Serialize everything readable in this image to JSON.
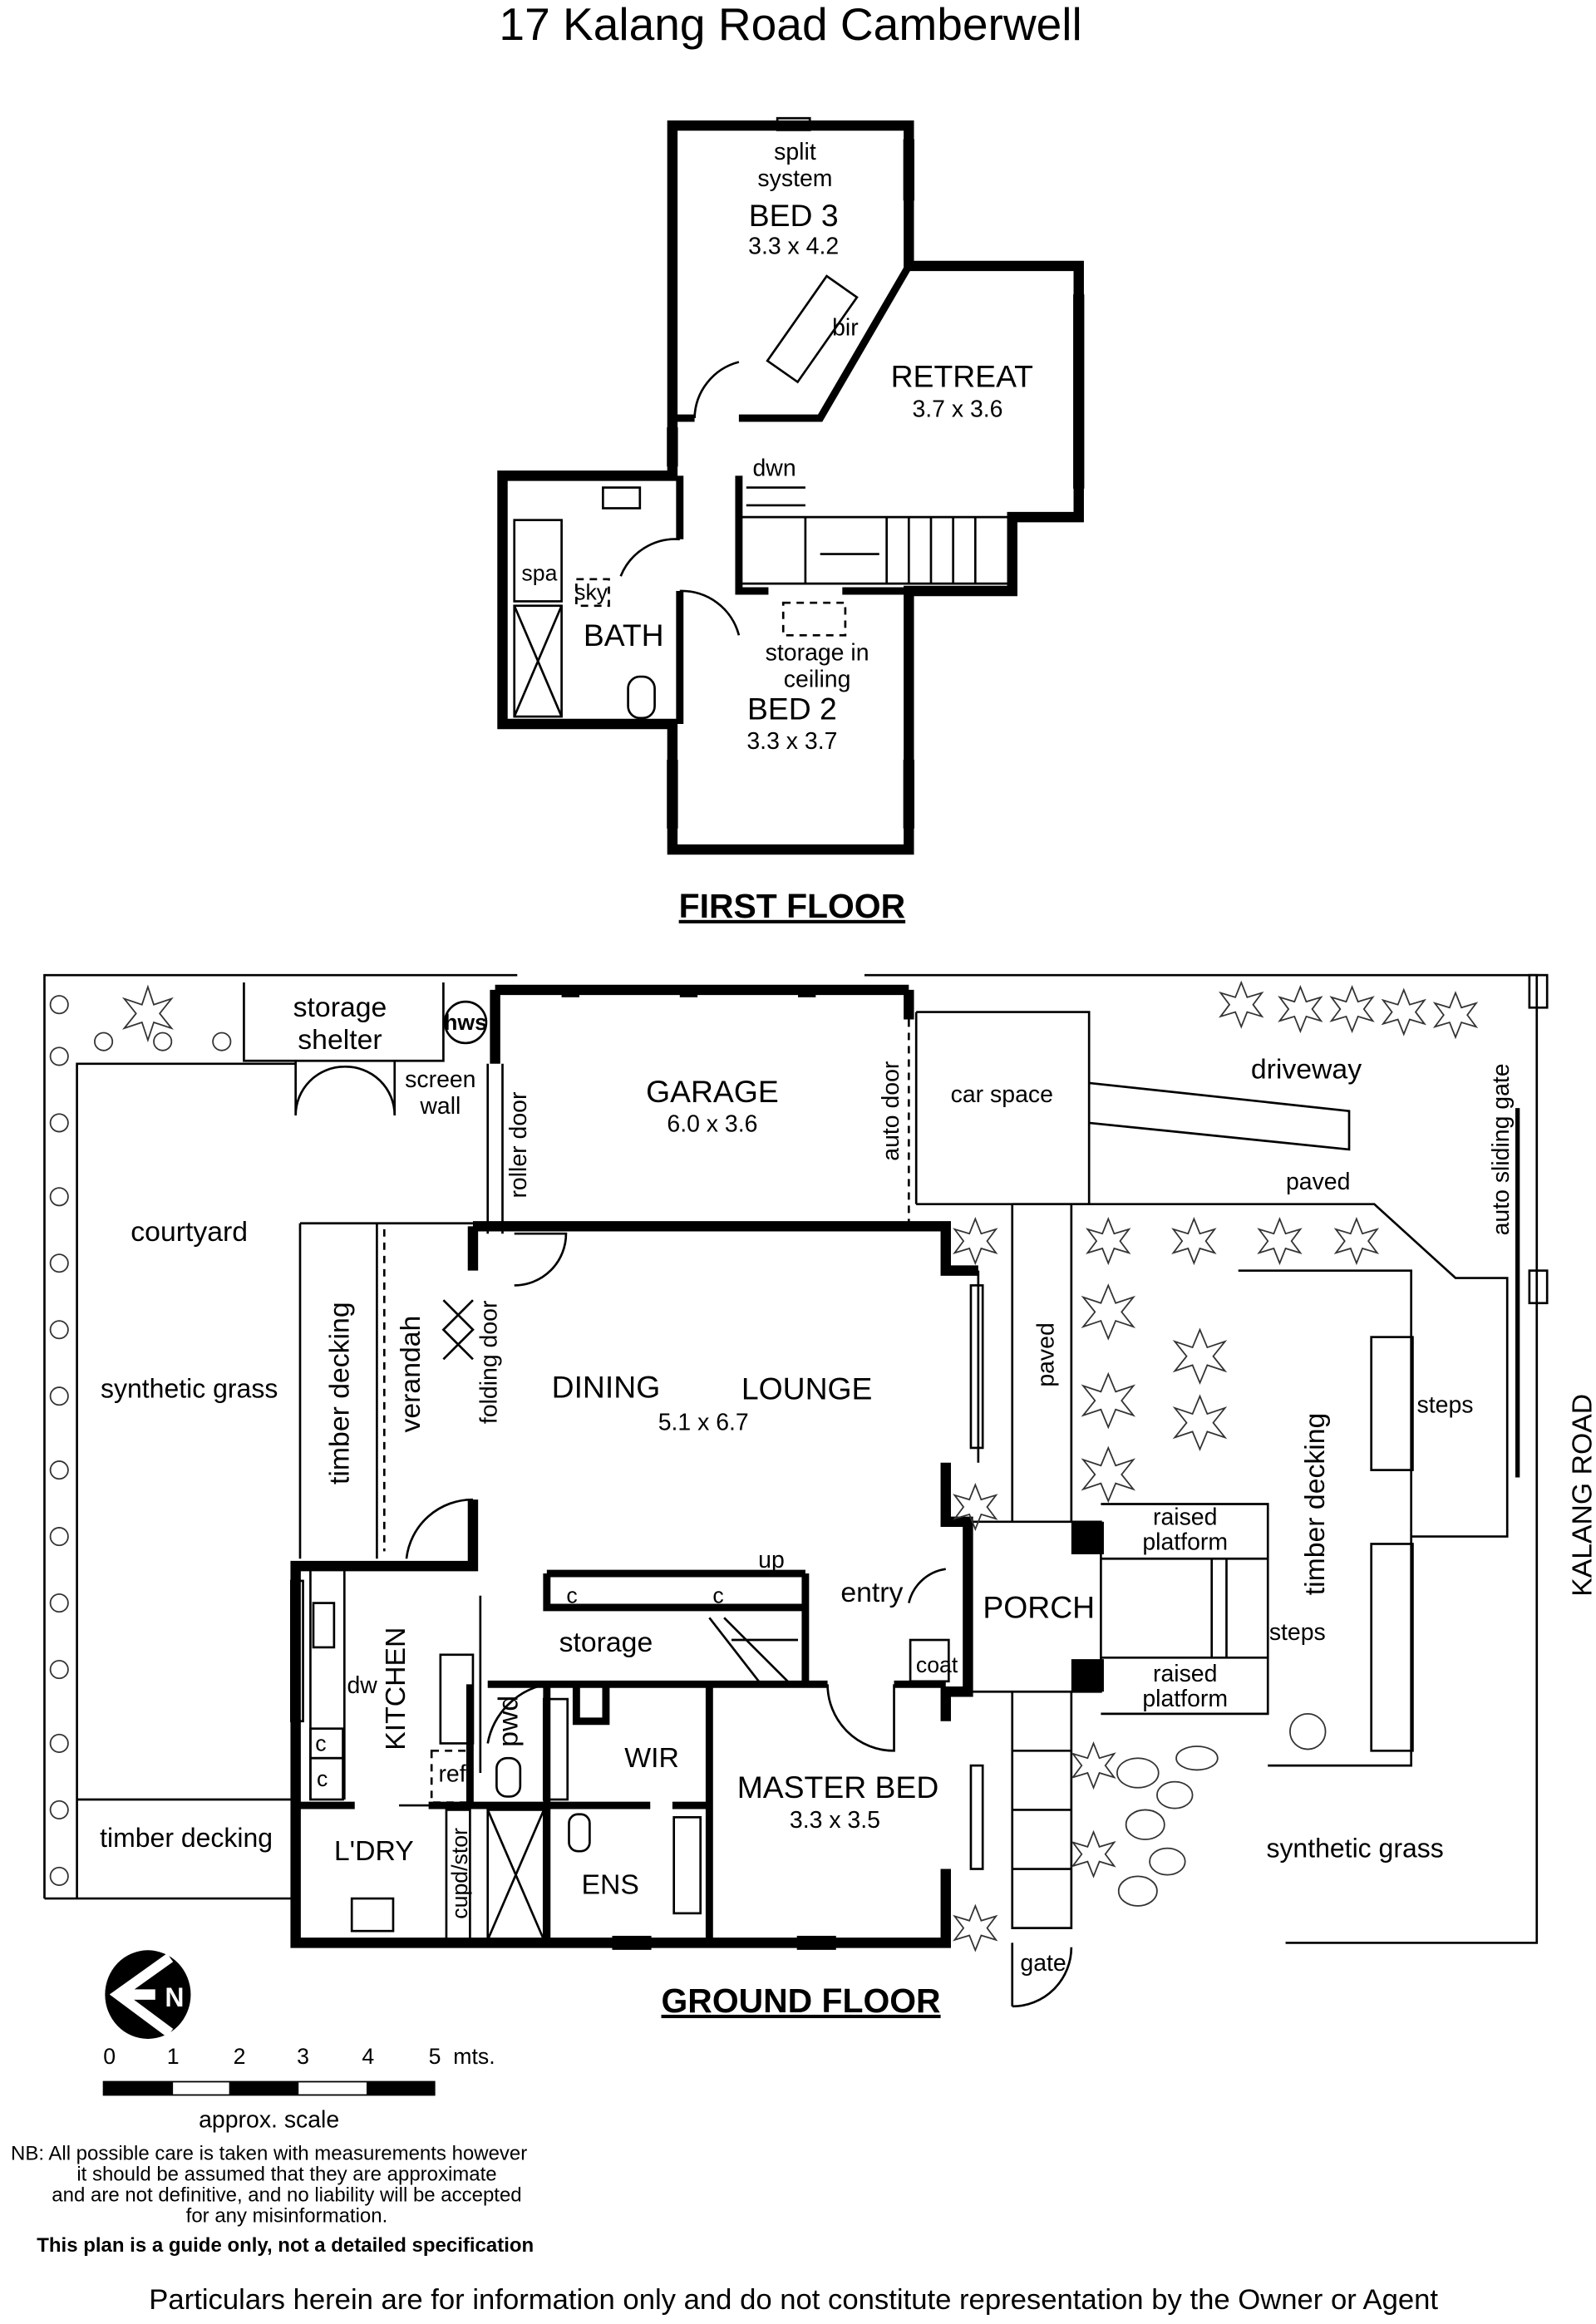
{
  "title": "17 Kalang Road Camberwell",
  "first_floor": {
    "heading": "FIRST FLOOR",
    "split_system_1": "split",
    "split_system_2": "system",
    "bed3": {
      "name": "BED 3",
      "size": "3.3 x 4.2"
    },
    "bir": "bir",
    "retreat": {
      "name": "RETREAT",
      "size": "3.7 x 3.6"
    },
    "dwn": "dwn",
    "spa": "spa",
    "sky": "sky",
    "bath": "BATH",
    "storage_1": "storage in",
    "storage_2": "ceiling",
    "bed2": {
      "name": "BED 2",
      "size": "3.3 x 3.7"
    }
  },
  "ground_floor": {
    "heading": "GROUND FLOOR",
    "storage_shelter_1": "storage",
    "storage_shelter_2": "shelter",
    "hws": "hws",
    "screen_wall_1": "screen",
    "screen_wall_2": "wall",
    "roller_door": "roller door",
    "garage": {
      "name": "GARAGE",
      "size": "6.0 x 3.6"
    },
    "auto_door": "auto door",
    "car_space": "car space",
    "driveway": "driveway",
    "paved_top": "paved",
    "auto_sliding_gate": "auto sliding gate",
    "courtyard": "courtyard",
    "synthetic_grass_left": "synthetic grass",
    "timber_decking_left": "timber decking",
    "verandah": "verandah",
    "folding_door": "folding door",
    "dining": "DINING",
    "lounge": "LOUNGE",
    "dining_lounge_size": "5.1 x 6.7",
    "paved_side": "paved",
    "steps_right": "steps",
    "kalang_road": "KALANG ROAD",
    "timber_decking_right": "timber decking",
    "raised_platform_top_1": "raised",
    "raised_platform_top_2": "platform",
    "raised_platform_bottom_1": "raised",
    "raised_platform_bottom_2": "platform",
    "steps_mid": "steps",
    "porch": "PORCH",
    "entry": "entry",
    "coat": "coat",
    "up": "up",
    "c": "c",
    "storage": "storage",
    "kitchen": "KITCHEN",
    "dw": "dw",
    "pwd": "pwd",
    "ref": "ref",
    "wir": "WIR",
    "master_bed": {
      "name": "MASTER BED",
      "size": "3.3 x 3.5"
    },
    "timber_decking_bottom": "timber decking",
    "laundry": "L'DRY",
    "cupd_stor": "cupd/stor",
    "ens": "ENS",
    "synthetic_grass_right": "synthetic grass",
    "gate": "gate"
  },
  "legend": {
    "north": "N",
    "scale_ticks": [
      "0",
      "1",
      "2",
      "3",
      "4",
      "5  mts."
    ],
    "scale_label": "approx. scale"
  },
  "disclaimer": {
    "lines": [
      "NB: All possible care is taken with measurements however",
      "it should be assumed that they are approximate",
      "and are not definitive, and no liability will be accepted",
      "for any misinformation."
    ],
    "guide": "This plan is a guide only, not a detailed specification"
  },
  "footer": "Particulars herein are for information only and do not constitute representation by the Owner or Agent"
}
